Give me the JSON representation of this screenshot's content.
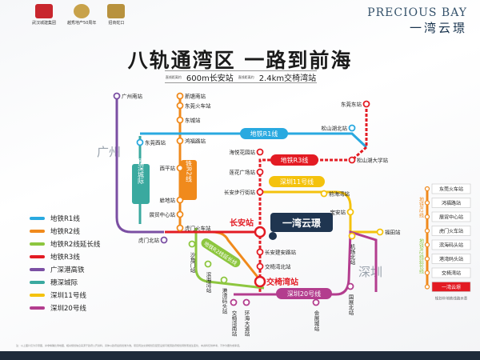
{
  "brand": {
    "logos": [
      "武汉城建集团",
      "越秀地产50周年",
      "招商蛇口"
    ],
    "english_name": "PRECIOUS BAY",
    "chinese_name": "一湾云璟"
  },
  "headline": "八轨通湾区 一路到前海",
  "subheadline": {
    "small_1": "直线距离约",
    "value_1": "600m长安站",
    "small_2": "直线距离约",
    "value_2": "2.4km交椅湾站"
  },
  "legend": [
    {
      "label": "地铁R1线",
      "color": "#29a9e0"
    },
    {
      "label": "地铁R2线",
      "color": "#f08a1c"
    },
    {
      "label": "地铁R2线延长线",
      "color": "#8dc63f"
    },
    {
      "label": "地铁R3线",
      "color": "#e31b23"
    },
    {
      "label": "广深港高铁",
      "color": "#7b4fa3"
    },
    {
      "label": "穗深城际",
      "color": "#3aa99f"
    },
    {
      "label": "深圳11号线",
      "color": "#f4c20d"
    },
    {
      "label": "深圳20号线",
      "color": "#b33d8e"
    }
  ],
  "map": {
    "colors": {
      "r1": "#29a9e0",
      "r2": "#f08a1c",
      "r2ext": "#8dc63f",
      "r3": "#e31b23",
      "hsr": "#7b4fa3",
      "intercity": "#3aa99f",
      "l11": "#f4c20d",
      "l20": "#b33d8e",
      "project": "#1f3550"
    },
    "region_guangzhou": "广州",
    "region_shenzhen": "深圳",
    "line_labels": {
      "r1": "地铁R1线",
      "r2": "地铁R2线",
      "r2ext": "地铁R2线延长线",
      "r3": "地铁R3线",
      "l11": "深圳11号线",
      "l20": "深圳20号线",
      "intercity": "穗深城际"
    },
    "project_name": "一湾云璟",
    "stations": {
      "gz_south": "广州南站",
      "xinguan_south": "新塘南站",
      "dongguan_railway": "东莞火车站",
      "dongcheng": "东城站",
      "dongguan_west": "东莞西站",
      "hongfu": "鸿福路站",
      "xiping": "西平站",
      "heditang": "蛤地站",
      "exhibition": "展贸中心站",
      "humen_railway": "虎门火车站",
      "humen_north": "虎门北站",
      "changan": "长安站",
      "jiaoyiwan": "交椅湾站",
      "dongguan_east": "东莞东站",
      "songshanhu_north": "松山湖北站",
      "songshanhu_univ": "松山湖大学站",
      "haiyuan": "海悦花园站",
      "lianhua": "莲花广场站",
      "changan_walk": "长安步行街站",
      "qianhai_bay": "前海湾站",
      "baoan": "宝安站",
      "jichang_north": "机场北站",
      "futian": "福田站",
      "changan_jianan": "长安建安路站",
      "jiaoyi_north": "交椅湾北站",
      "shajiao_gate": "沙角门站",
      "binhai_bay": "滨海湾站",
      "gangwan": "港湾码头站",
      "jiaoyi_south": "交椅湾南站",
      "huanhai_road": "环海大道站",
      "huizhan_city": "会展城站",
      "guozhan_north": "国展北站"
    },
    "strip": {
      "stations": [
        "东莞火车站",
        "鸿福路站",
        "展贸中心站",
        "虎门火车站",
        "滨海码头站",
        "港湾码头站",
        "交椅湾站",
        "一湾云璟"
      ],
      "label_r2": "地铁R2线",
      "label_r2ext": "地铁R2线延长线",
      "note": "规划中地铁线路示意"
    }
  },
  "disclaimer": "注：以上图片仅为示意图，并非精确比例地图，相关规划信息来源于政府公开资料，具体以政府最终批准为准。项目周边交通规划及配套设施可能因政府规划调整而发生变化，本资料仅供参考，不作为要约或承诺。"
}
